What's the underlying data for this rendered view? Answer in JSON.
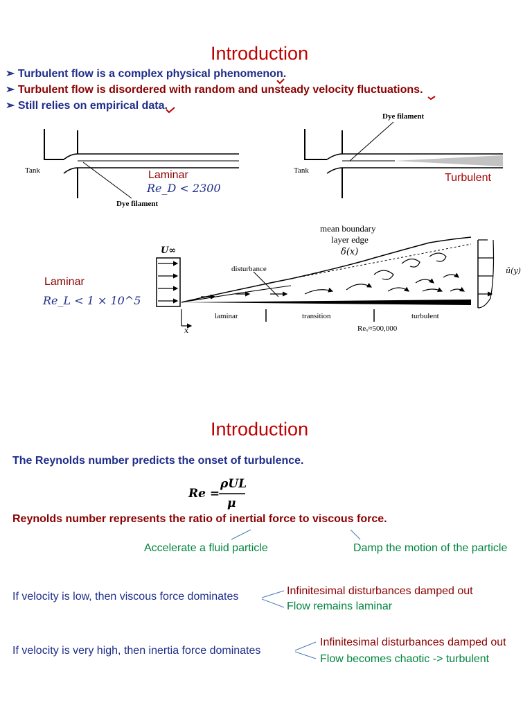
{
  "slide1": {
    "title": "Introduction",
    "bullets": [
      "Turbulent flow is a complex physical phenomenon.",
      "Turbulent flow is disordered with random and unsteady velocity fluctuations.",
      "Still relies on empirical data."
    ],
    "pipe_left": {
      "tank": "Tank",
      "dye": "Dye filament",
      "regime": "Laminar",
      "condition": "Re_D < 2300"
    },
    "pipe_right": {
      "tank": "Tank",
      "dye": "Dye filament",
      "regime": "Turbulent"
    },
    "plate": {
      "regime": "Laminar",
      "condition": "Re_L < 1 × 10^5",
      "u_inf": "U∞",
      "mean_edge": "mean boundary",
      "mean_edge2": "layer edge",
      "delta": "δ̄(x)",
      "disturbance": "disturbance",
      "laminar": "laminar",
      "transition": "transition",
      "turbulent": "turbulent",
      "re_x": "Reₓ≈500,000",
      "x": "x",
      "u_y": "ū(y)"
    }
  },
  "slide2": {
    "title": "Introduction",
    "line1": "The Reynolds number predicts the onset of turbulence.",
    "formula": {
      "lhs": "Re =",
      "num": "ρUL",
      "den": "μ"
    },
    "line2": "Reynolds number represents the ratio of inertial force to viscous force.",
    "branch_left": "Accelerate a fluid particle",
    "branch_right": "Damp the motion of the particle",
    "low": {
      "text": "If velocity is low, then viscous force dominates",
      "a": "Infinitesimal disturbances damped out",
      "b": "Flow remains laminar"
    },
    "high": {
      "text": "If velocity is very high, then inertia force dominates",
      "a": "Infinitesimal disturbances damped out",
      "b": "Flow becomes chaotic -> turbulent"
    }
  }
}
